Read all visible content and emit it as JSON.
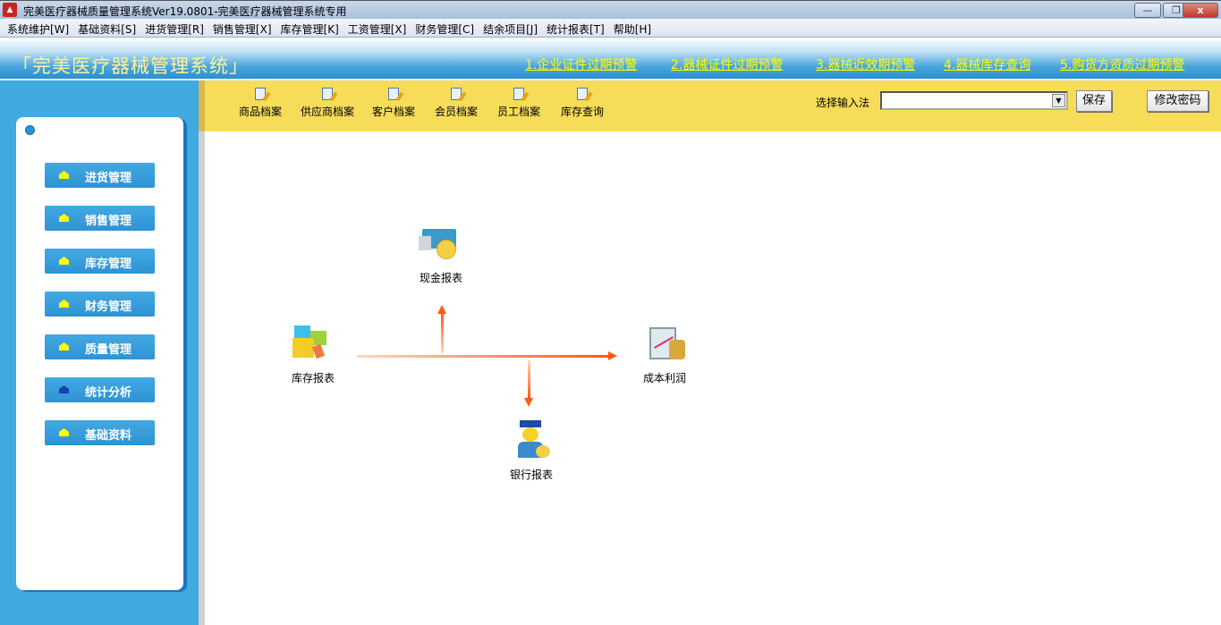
{
  "window": {
    "title": "完美医疗器械质量管理系统Ver19.0801-完美医疗器械管理系统专用",
    "minimize": "—",
    "restore": "❐",
    "close": "x"
  },
  "menu": [
    "系统维护[W]",
    "基础资料[S]",
    "进货管理[R]",
    "销售管理[X]",
    "库存管理[K]",
    "工资管理[X]",
    "财务管理[C]",
    "结余项目[J]",
    "统计报表[T]",
    "帮助[H]"
  ],
  "banner": {
    "brand": "「完美医疗器械管理系统」",
    "links": [
      "1.企业证件过期预警",
      "2.器械证件过期预警",
      "3.器械近效期预警",
      "4.器械库存查询",
      "5.购货方资质过期预警"
    ]
  },
  "sidebar": {
    "items": [
      "进货管理",
      "销售管理",
      "库存管理",
      "财务管理",
      "质量管理",
      "统计分析",
      "基础资料"
    ],
    "active_index": 5
  },
  "toolbar": {
    "items": [
      "商品档案",
      "供应商档案",
      "客户档案",
      "会员档案",
      "员工档案",
      "库存查询"
    ],
    "input_method_label": "选择输入法",
    "input_method_value": "",
    "save": "保存",
    "change_password": "修改密码"
  },
  "diagram": {
    "inventory": "库存报表",
    "cash": "现金报表",
    "cost_profit": "成本利润",
    "bank": "银行报表"
  }
}
